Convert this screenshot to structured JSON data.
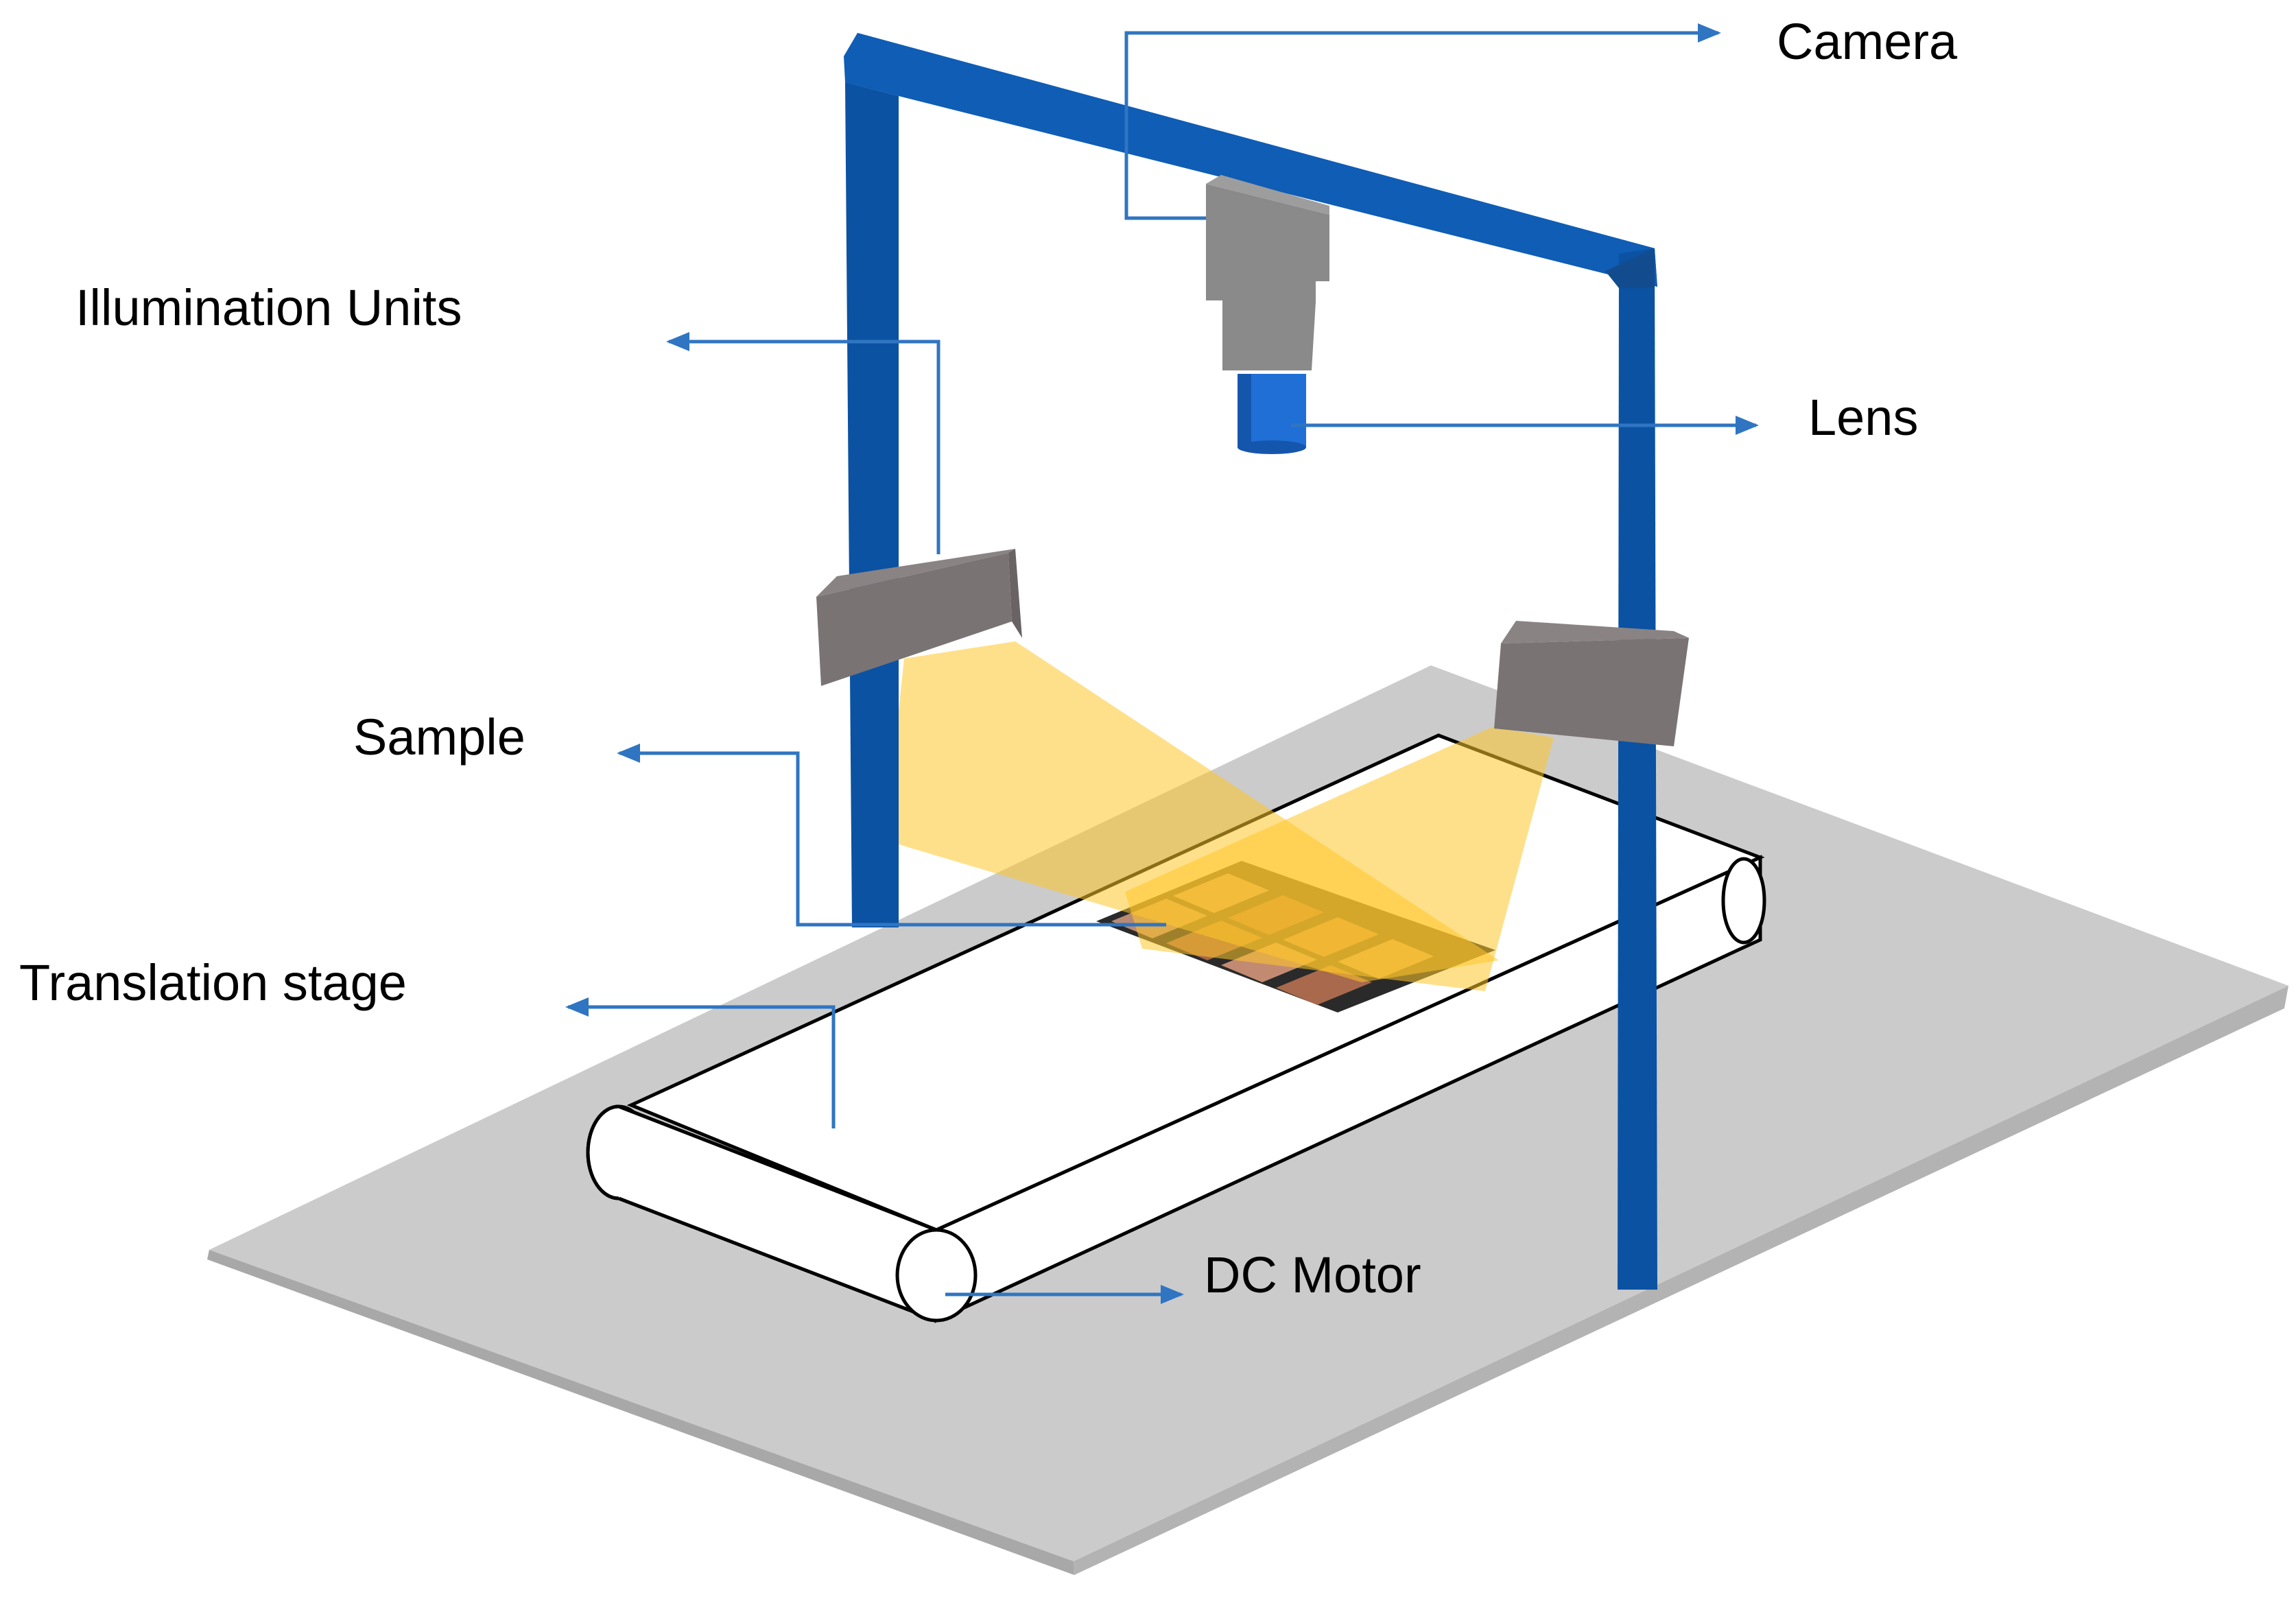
{
  "labels": {
    "camera": "Camera",
    "illumination": "Illumination Units",
    "lens": "Lens",
    "sample": "Sample",
    "translation": "Translation stage",
    "motor": "DC Motor"
  },
  "colors": {
    "frame": "#0b52a3",
    "leader": "#2f75c2",
    "base": "#c9c9c9",
    "camera_body": "#8c8c8c",
    "lens": "#1f6fd6",
    "lamp": "#7a7373",
    "light": "#ffc629"
  }
}
